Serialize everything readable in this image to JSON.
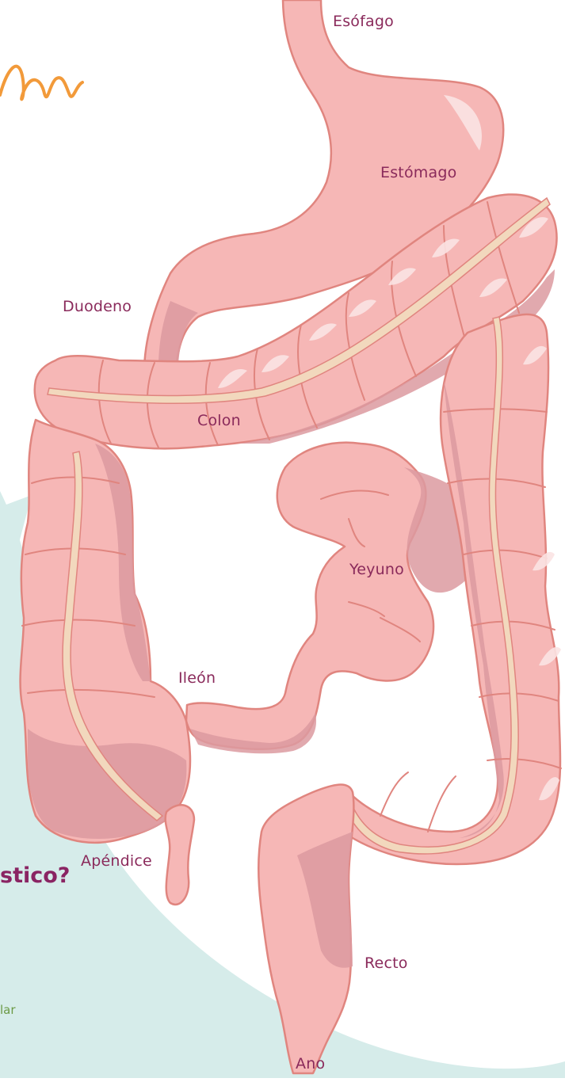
{
  "colors": {
    "organ_fill": "#f6b7b6",
    "organ_stroke": "#e0857f",
    "organ_shadow": "#dc9aa0",
    "organ_highlight": "#fbe3e3",
    "tenia": "#f2d8bd",
    "background_teal": "#d6ecea",
    "label_text": "#8a2a5b",
    "accent_orange": "#f29a3a",
    "heading_purple": "#8a2463",
    "caption_green": "#6c9a46"
  },
  "background": {
    "partial_heading": "stico?",
    "partial_caption": "lar"
  },
  "labels": {
    "esofago": "Esófago",
    "estomago": "Estómago",
    "duodeno": "Duodeno",
    "colon": "Colon",
    "yeyuno": "Yeyuno",
    "ileon": "Ileón",
    "apendice": "Apéndice",
    "recto": "Recto",
    "ano": "Ano"
  }
}
